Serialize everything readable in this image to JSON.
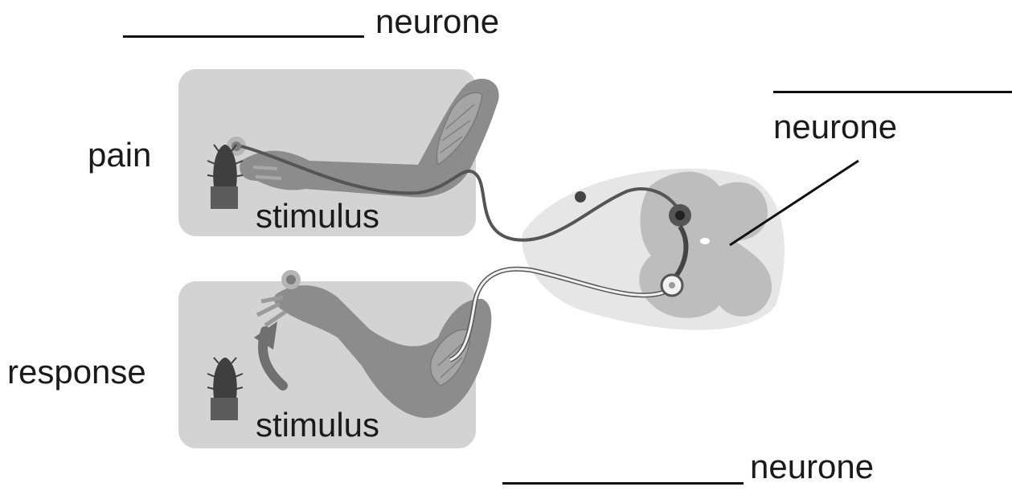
{
  "labels": {
    "top_neurone": "neurone",
    "right_neurone": "neurone",
    "bottom_neurone": "neurone",
    "pain": "pain",
    "response": "response",
    "stimulus_top": "stimulus",
    "stimulus_bottom": "stimulus"
  },
  "colors": {
    "panel": "#d3d3d3",
    "arm": "#8c8c8c",
    "sensory_nerve": "#555555",
    "motor_nerve": "#f2f2f2",
    "cord_outer": "#e2e2e2",
    "cord_grey_matter": "#bdbdbd",
    "cactus": "#4a4a4a",
    "text": "#1a1a1a"
  }
}
